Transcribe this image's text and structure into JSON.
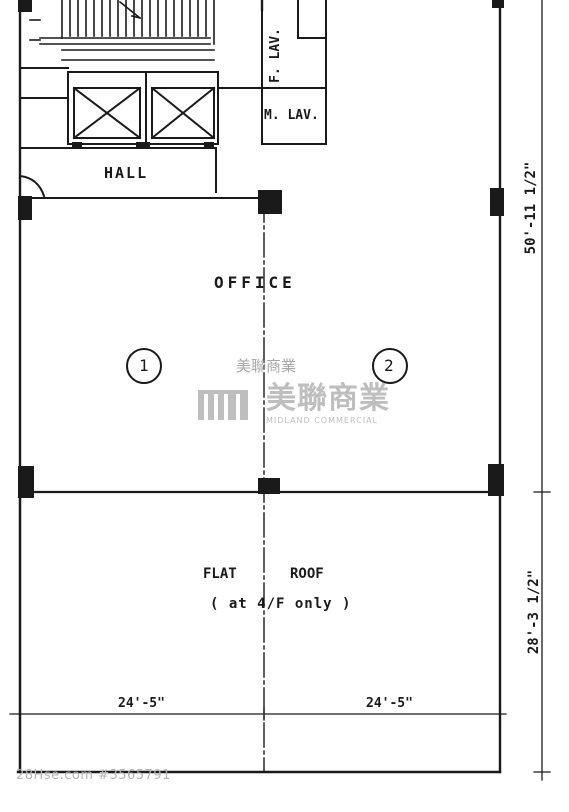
{
  "rooms": {
    "f_lav": "F. LAV.",
    "m_lav": "M. LAV.",
    "hall": "HALL",
    "office": "OFFICE",
    "unit_1": "1",
    "unit_2": "2",
    "flat": "FLAT",
    "roof": "ROOF",
    "roof_note": "( at 4/F only )"
  },
  "dimensions": {
    "office_depth": "50'-11 1/2\"",
    "roof_depth": "28'-3 1/2\"",
    "width_left": "24'-5\"",
    "width_right": "24'-5\""
  },
  "watermark": {
    "small": "美聯商業",
    "main": "美聯商業",
    "sub": "MIDLAND COMMERCIAL"
  },
  "footer": "28Hse.com #3565791"
}
